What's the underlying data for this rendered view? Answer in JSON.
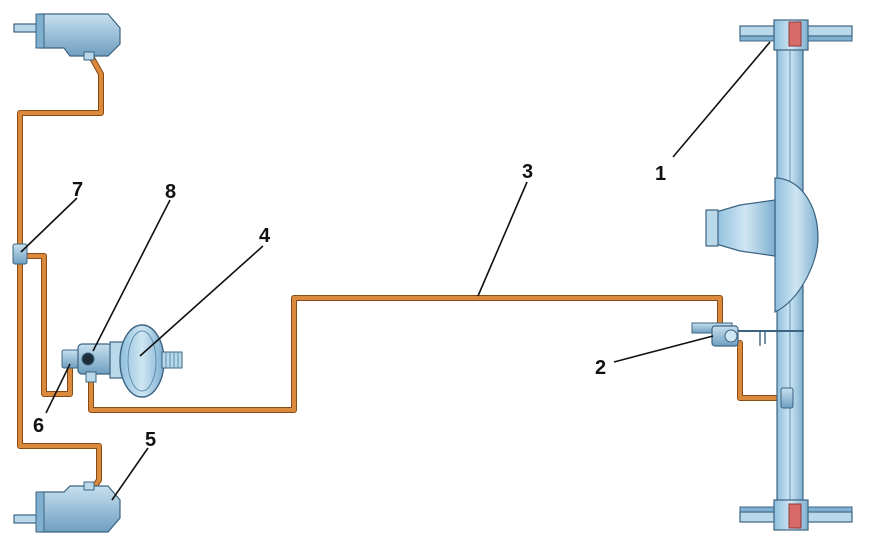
{
  "callouts": {
    "c1": "1",
    "c2": "2",
    "c3": "3",
    "c4": "4",
    "c5": "5",
    "c6": "6",
    "c7": "7",
    "c8": "8"
  },
  "colors": {
    "pipe": "#d98a3c",
    "pipe_outline": "#8a4a14",
    "component_fill": "#a9cfe6",
    "component_dark": "#5f8fb0",
    "component_outline": "#3c6482",
    "rotor_accent": "#d96a6a",
    "leader": "#111111"
  }
}
